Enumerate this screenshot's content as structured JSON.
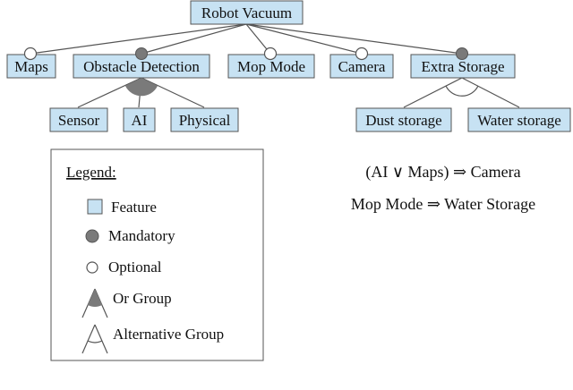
{
  "features": {
    "root": "Robot Vacuum",
    "maps": "Maps",
    "obstacle_detection": "Obstacle Detection",
    "mop_mode": "Mop Mode",
    "camera": "Camera",
    "extra_storage": "Extra Storage",
    "sensor": "Sensor",
    "ai": "AI",
    "physical": "Physical",
    "dust_storage": "Dust storage",
    "water_storage": "Water storage"
  },
  "relations": {
    "maps": "optional",
    "obstacle_detection": "mandatory",
    "mop_mode": "optional",
    "camera": "optional",
    "extra_storage": "mandatory",
    "obstacle_detection_children": "or-group",
    "extra_storage_children": "alternative-group"
  },
  "legend": {
    "title": "Legend:",
    "feature": "Feature",
    "mandatory": "Mandatory",
    "optional": "Optional",
    "or_group": "Or Group",
    "alternative_group": "Alternative Group"
  },
  "constraints": [
    "(AI ∨ Maps) ⇒ Camera",
    "Mop Mode ⇒ Water Storage"
  ],
  "colors": {
    "feature_fill": "#c7e2f3",
    "mandatory_fill": "#7a7a7a",
    "line": "#555555"
  }
}
